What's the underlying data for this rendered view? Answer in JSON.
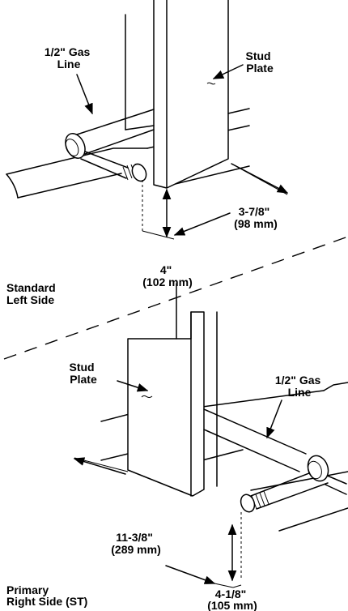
{
  "top_view": {
    "gas_line_label": [
      "1/2\" Gas",
      "Line"
    ],
    "stud_plate_label": [
      "Stud",
      "Plate"
    ],
    "width_dim": [
      "3-7/8\"",
      "(98 mm)"
    ],
    "height_dim": [
      "4\"",
      "(102 mm)"
    ],
    "side_label": [
      "Standard",
      "Left Side"
    ]
  },
  "bottom_view": {
    "stud_plate_label": [
      "Stud",
      "Plate"
    ],
    "gas_line_label": [
      "1/2\" Gas",
      "Line"
    ],
    "width_dim": [
      "11-3/8\"",
      "(289 mm)"
    ],
    "height_dim": [
      "4-1/8\"",
      "(105 mm)"
    ],
    "side_label": [
      "Primary",
      "Right Side (ST)"
    ]
  }
}
